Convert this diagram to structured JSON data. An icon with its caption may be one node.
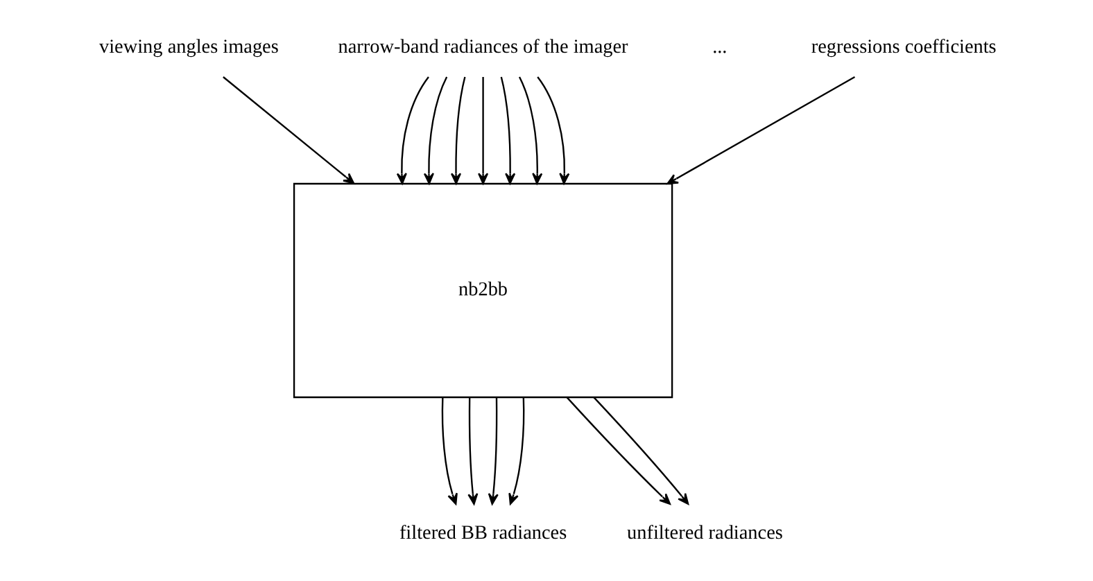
{
  "diagram": {
    "nodes": [
      {
        "text": [
          "narrow-band radiances of the imager"
        ]
      },
      {
        "text": [
          "viewing angles images"
        ]
      },
      {
        "text": [
          "regressions coefficients"
        ]
      },
      {
        "text": [
          "nb2bb"
        ]
      },
      {
        "text": [
          "filtered BB radiances"
        ]
      },
      {
        "text": [
          "unfiltered radiances"
        ]
      }
    ],
    "edges": [
      {
        "from": 0,
        "to": 3,
        "arrow": "to"
      },
      {
        "from": 0,
        "to": 3,
        "arrow": "to"
      },
      {
        "from": 0,
        "to": 3,
        "arrow": "to"
      },
      {
        "from": 0,
        "to": 3,
        "arrow": "to"
      },
      {
        "from": 0,
        "to": 3,
        "arrow": "to"
      },
      {
        "from": 0,
        "to": 3,
        "arrow": "to"
      },
      {
        "from": 0,
        "to": 3,
        "arrow": "to"
      },
      {
        "from": 1,
        "to": 3,
        "arrow": "to"
      },
      {
        "from": 2,
        "to": 3,
        "arrow": "to"
      },
      {
        "from": 3,
        "to": 4,
        "arrow": "to"
      },
      {
        "from": 3,
        "to": 4,
        "arrow": "to"
      },
      {
        "from": 3,
        "to": 4,
        "arrow": "to"
      },
      {
        "from": 3,
        "to": 4,
        "arrow": "to"
      },
      {
        "from": 3,
        "to": 5,
        "arrow": "to"
      },
      {
        "from": 3,
        "to": 5,
        "arrow": "to"
      }
    ],
    "labels": [
      "..."
    ]
  }
}
